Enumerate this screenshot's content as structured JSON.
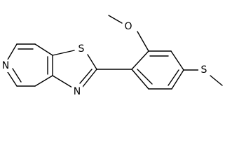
{
  "structure": {
    "atoms": {
      "n_pyridine": "N",
      "s_thiazole": "S",
      "n_thiazole": "N",
      "o_methoxy": "O",
      "s_thioether": "S"
    }
  }
}
